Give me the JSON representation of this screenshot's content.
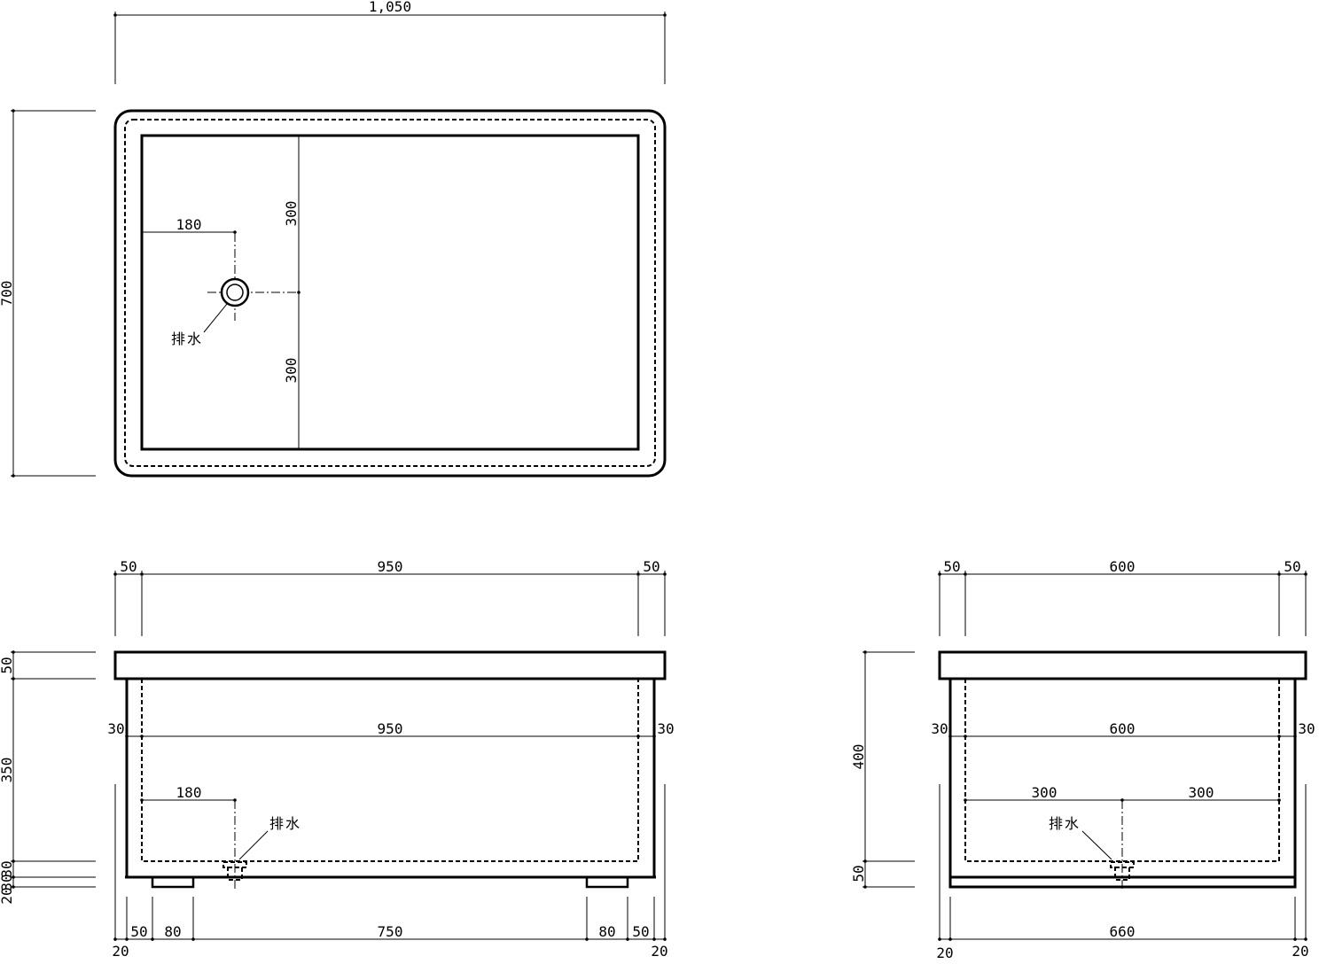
{
  "plan_view": {
    "overall_width": "1,050",
    "overall_depth": "700",
    "drain_offset_x": "180",
    "drain_offset_top": "300",
    "drain_offset_bottom": "300",
    "drain_label": "排水"
  },
  "front_view": {
    "top_left_rim": "50",
    "top_inner_width": "950",
    "top_right_rim": "50",
    "left_wall": "30",
    "inner_width": "950",
    "right_wall": "30",
    "drain_offset_x": "180",
    "drain_label": "排水",
    "height_rim": "50",
    "height_body": "350",
    "height_bottom": "30",
    "height_base": "30",
    "height_leg": "20",
    "bottom_left_20": "20",
    "bottom_left_50": "50",
    "bottom_leg_left": "80",
    "bottom_between_legs": "750",
    "bottom_leg_right": "80",
    "bottom_right_50": "50",
    "bottom_right_20": "20"
  },
  "side_view": {
    "top_left_rim": "50",
    "top_inner_width": "600",
    "top_right_rim": "50",
    "left_wall": "30",
    "inner_width": "600",
    "right_wall": "30",
    "drain_left": "300",
    "drain_right": "300",
    "drain_label": "排水",
    "height_total": "400",
    "height_base": "50",
    "bottom_left_20": "20",
    "bottom_width": "660",
    "bottom_right_20": "20"
  }
}
